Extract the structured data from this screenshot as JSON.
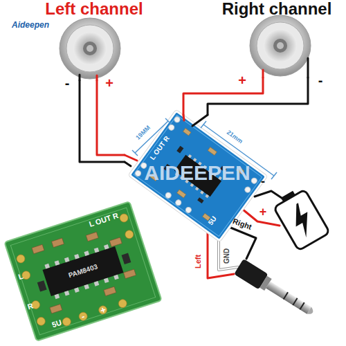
{
  "diagram": {
    "nodes": [
      {
        "text": [
          "Left channel"
        ]
      },
      {
        "text": [
          "Right channel"
        ]
      },
      {
        "text": [
          "L OUT R",
          "5U"
        ]
      }
    ],
    "edges": [
      {
        "from": 0,
        "to": 2,
        "label": "-",
        "arrow": "none"
      },
      {
        "from": 0,
        "to": 2,
        "label": "+",
        "arrow": "none"
      },
      {
        "from": 1,
        "to": 2,
        "label": "+",
        "arrow": "none"
      },
      {
        "from": 1,
        "to": 2,
        "label": "-",
        "arrow": "none"
      }
    ],
    "labels": [
      "Aideepen",
      "19MM",
      "21mm",
      "-",
      "+",
      "Right",
      "GND",
      "Left",
      "AIDEEPEN",
      "PAM8403",
      "L OUT R",
      "L",
      "R",
      "5U",
      "-",
      "+"
    ]
  }
}
